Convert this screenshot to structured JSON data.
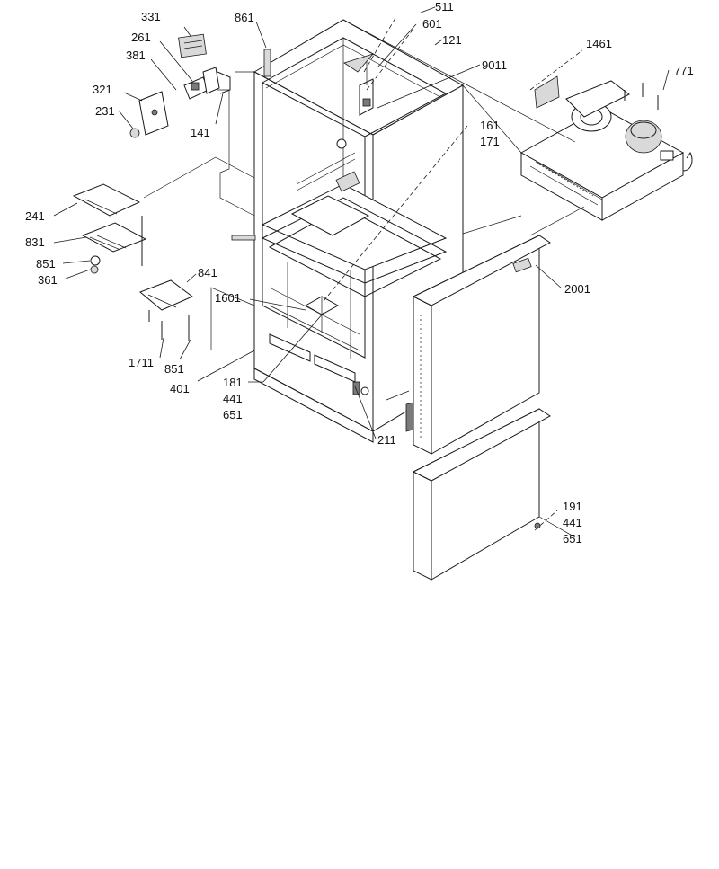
{
  "callouts": {
    "c331": "331",
    "c261": "261",
    "c381": "381",
    "c321": "321",
    "c231": "231",
    "c141": "141",
    "c861": "861",
    "c511": "511",
    "c601": "601",
    "c121": "121",
    "c9011": "9011",
    "c1461": "1461",
    "c771": "771",
    "c161": "161",
    "c171": "171",
    "c241": "241",
    "c831": "831",
    "c851a": "851",
    "c361": "361",
    "c841": "841",
    "c1601": "1601",
    "c2001": "2001",
    "c1711": "1711",
    "c851b": "851",
    "c401": "401",
    "c181": "181",
    "c441a": "441",
    "c651a": "651",
    "c211": "211",
    "c191": "191",
    "c441b": "441",
    "c651b": "651"
  }
}
